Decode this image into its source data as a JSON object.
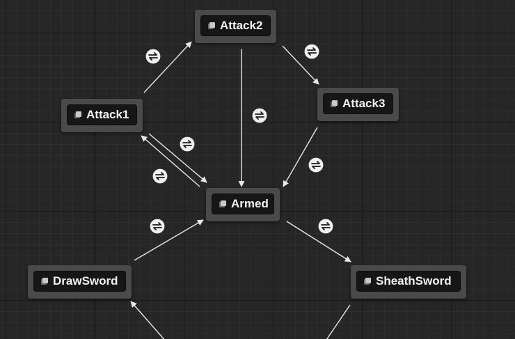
{
  "states": {
    "attack2": "Attack2",
    "attack1": "Attack1",
    "attack3": "Attack3",
    "armed": "Armed",
    "drawsword": "DrawSword",
    "sheathsword": "SheathSword"
  },
  "transition_icon": "transition-rule-icon",
  "state_icon": "state-icon",
  "colors": {
    "background": "#262626",
    "node": "#4a4a4a",
    "node_inner": "#161616",
    "arrow": "#e8e8e8"
  },
  "transitions": [
    {
      "from": "Attack1",
      "to": "Attack2"
    },
    {
      "from": "Attack2",
      "to": "Attack3"
    },
    {
      "from": "Attack2",
      "to": "Armed"
    },
    {
      "from": "Attack3",
      "to": "Armed"
    },
    {
      "from": "Attack1",
      "to": "Armed"
    },
    {
      "from": "Armed",
      "to": "Attack1"
    },
    {
      "from": "DrawSword",
      "to": "Armed"
    },
    {
      "from": "Armed",
      "to": "SheathSword"
    },
    {
      "from": "SheathSword",
      "to": "DrawSword"
    }
  ]
}
